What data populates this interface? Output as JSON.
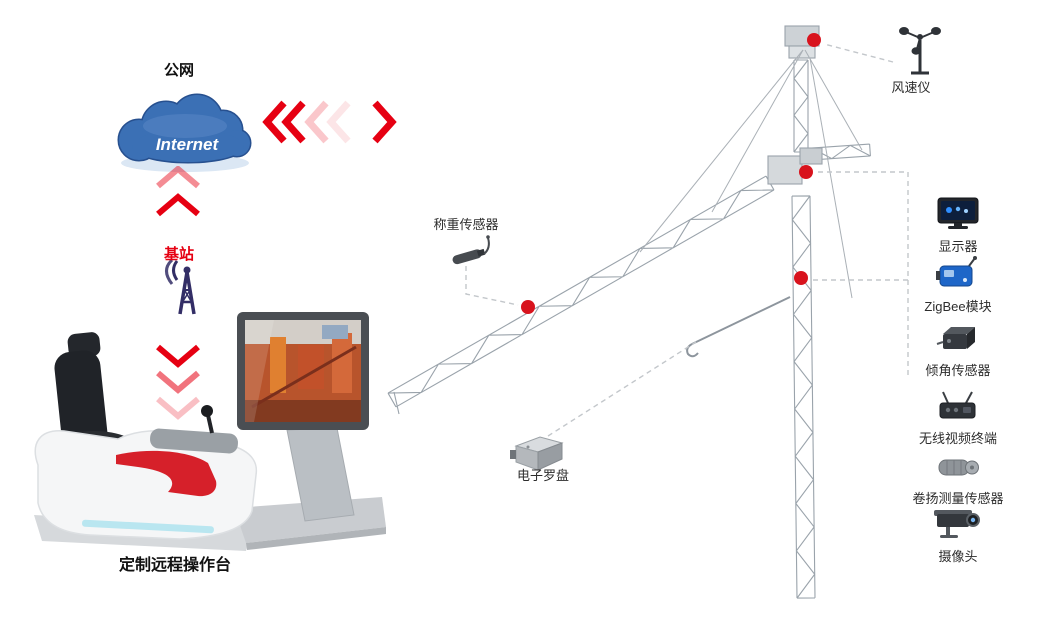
{
  "network": {
    "public_label": "公网",
    "cloud_text": "Internet",
    "base_station_label": "基站"
  },
  "console": {
    "label": "定制远程操作台"
  },
  "crane": {
    "weight_sensor_label": "称重传感器",
    "anemometer_label": "风速仪",
    "compass_label": "电子罗盘"
  },
  "right_column": {
    "items": [
      {
        "label": "显示器",
        "icon": "monitor-icon"
      },
      {
        "label": "ZigBee模块",
        "icon": "zigbee-module-icon"
      },
      {
        "label": "倾角传感器",
        "icon": "tilt-sensor-icon"
      },
      {
        "label": "无线视频终端",
        "icon": "wireless-video-terminal-icon"
      },
      {
        "label": "卷扬测量传感器",
        "icon": "hoist-measure-sensor-icon"
      },
      {
        "label": "摄像头",
        "icon": "camera-icon"
      }
    ]
  },
  "colors": {
    "accent_red": "#e60012",
    "dot_red": "#d8131d",
    "cloud_blue": "#3b70b5",
    "antenna_navy": "#332e66",
    "crane_gray": "#9aa3ab",
    "dashed_gray": "#c3c7cb"
  }
}
